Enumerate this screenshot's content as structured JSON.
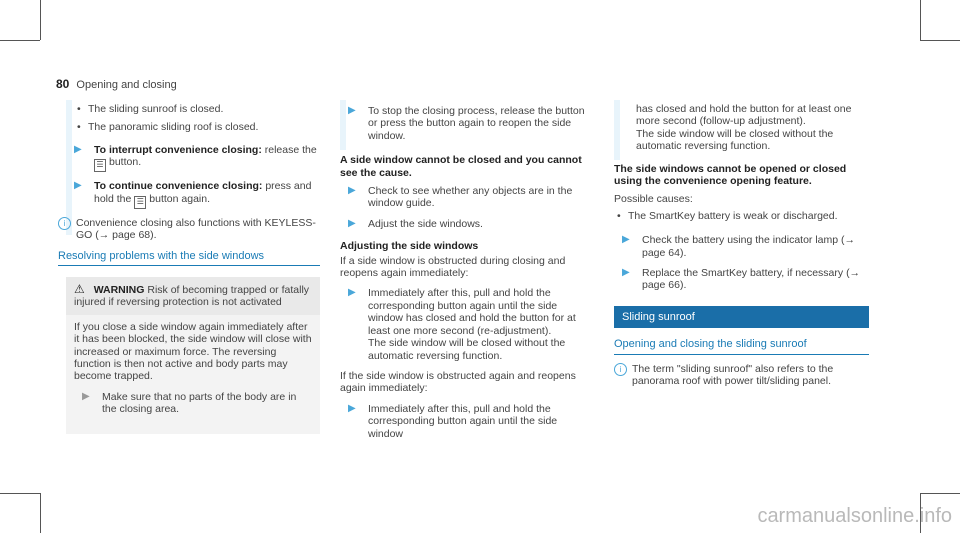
{
  "header": {
    "page_number": "80",
    "title": "Opening and closing"
  },
  "col1": {
    "bullets": [
      "The sliding sunroof is closed.",
      "The panoramic sliding roof is closed."
    ],
    "step1_bold": "To interrupt convenience closing:",
    "step1_text": " release the",
    "step1_button": "button.",
    "step2_bold": "To continue convenience closing:",
    "step2_text": " press and hold the",
    "step2_button": "button again.",
    "info_text": "Convenience closing also functions with KEYLESS-GO (→ page 68).",
    "section_heading": "Resolving problems with the side windows",
    "warning_title": "WARNING",
    "warning_text": "Risk of becoming trapped or fatally injured if reversing protection is not activated",
    "warning_body": "If you close a side window again immediately after it has been blocked, the side window will close with increased or maximum force. The reversing function is then not active and body parts may become trapped.",
    "warning_step": "Make sure that no parts of the body are in the closing area."
  },
  "col2": {
    "step_top": "To stop the closing process, release the button or press the button again to reopen the side window.",
    "heading1": "A side window cannot be closed and you cannot see the cause.",
    "steps1": [
      "Check to see whether any objects are in the window guide.",
      "Adjust the side windows."
    ],
    "heading2": "Adjusting the side windows",
    "para1": "If a side window is obstructed during closing and reopens again immediately:",
    "step2": "Immediately after this, pull and hold the corresponding button again until the side window has closed and hold the button for at least one more second (re-adjustment).",
    "step2b": "The side window will be closed without the automatic reversing function.",
    "para2": "If the side window is obstructed again and reopens again immediately:",
    "step3": "Immediately after this, pull and hold the corresponding button again until the side window"
  },
  "col3": {
    "cont1": "has closed and hold the button for at least one more second (follow-up adjustment).",
    "cont2": "The side window will be closed without the automatic reversing function.",
    "heading1": "The side windows cannot be opened or closed using the convenience opening feature.",
    "causes_label": "Possible causes:",
    "causes": [
      "The SmartKey battery is weak or discharged."
    ],
    "steps": [
      "Check the battery using the indicator lamp (→ page 64).",
      "Replace the SmartKey battery, if necessary (→ page 66)."
    ],
    "banner": "Sliding sunroof",
    "section_heading": "Opening and closing the sliding sunroof",
    "info_text": "The term \"sliding sunroof\" also refers to the panorama roof with power tilt/sliding panel."
  },
  "watermark": "carmanualsonline.info",
  "colors": {
    "accent": "#1a7bb5",
    "banner": "#1a6ea8",
    "arrow": "#4aa7d9",
    "bar": "#e8f4fb"
  }
}
